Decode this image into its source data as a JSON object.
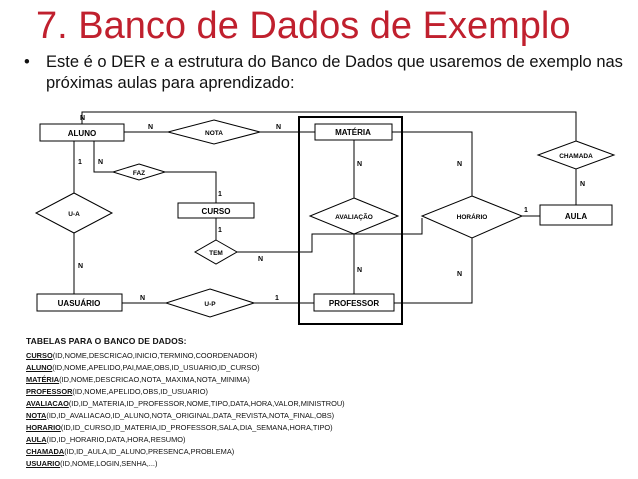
{
  "title": "7. Banco de Dados de Exemplo",
  "bullet": "Este é o DER e a estrutura do Banco de Dados que usaremos de exemplo nas próximas aulas para aprendizado:",
  "bullet_marker": "•",
  "entities": {
    "aluno": "ALUNO",
    "materia": "MATÉRIA",
    "curso": "CURSO",
    "professor": "PROFESSOR",
    "usuario": "UASUÁRIO",
    "aula": "AULA"
  },
  "relationships": {
    "nota": "NOTA",
    "faz": "FAZ",
    "ua": "U-A",
    "avaliacao": "AVALIAÇÃO",
    "horario": "HORÁRIO",
    "chamada": "CHAMADA",
    "tem": "TEM",
    "up": "U-P"
  },
  "cardinalities": {
    "n": "N",
    "one": "1"
  },
  "tables": {
    "header": "TABELAS PARA O BANCO DE DADOS:",
    "rows": [
      {
        "name": "CURSO",
        "fields": "(ID,NOME,DESCRICAO,INICIO,TERMINO,COORDENADOR)"
      },
      {
        "name": "ALUNO",
        "fields": "(ID,NOME,APELIDO,PAI,MAE,OBS,ID_USUARIO,ID_CURSO)"
      },
      {
        "name": "MATÉRIA",
        "fields": "(ID,NOME,DESCRICAO,NOTA_MAXIMA,NOTA_MINIMA)"
      },
      {
        "name": "PROFESSOR",
        "fields": "(ID,NOME,APELIDO,OBS,ID_USUARIO)"
      },
      {
        "name": "AVALIACAO",
        "fields": "(ID,ID_MATERIA,ID_PROFESSOR,NOME,TIPO,DATA,HORA,VALOR,MINISTROU)"
      },
      {
        "name": "NOTA",
        "fields": "(ID,ID_AVALIACAO,ID_ALUNO,NOTA_ORIGINAL,DATA_REVISTA,NOTA_FINAL,OBS)"
      },
      {
        "name": "HORARIO",
        "fields": "(ID,ID_CURSO,ID_MATERIA,ID_PROFESSOR,SALA,DIA_SEMANA,HORA,TIPO)"
      },
      {
        "name": "AULA",
        "fields": "(ID,ID_HORARIO,DATA,HORA,RESUMO)"
      },
      {
        "name": "CHAMADA",
        "fields": "(ID,ID_AULA,ID_ALUNO,PRESENCA,PROBLEMA)"
      },
      {
        "name": "USUARIO",
        "fields": "(ID,NOME,LOGIN,SENHA,...)"
      }
    ]
  }
}
